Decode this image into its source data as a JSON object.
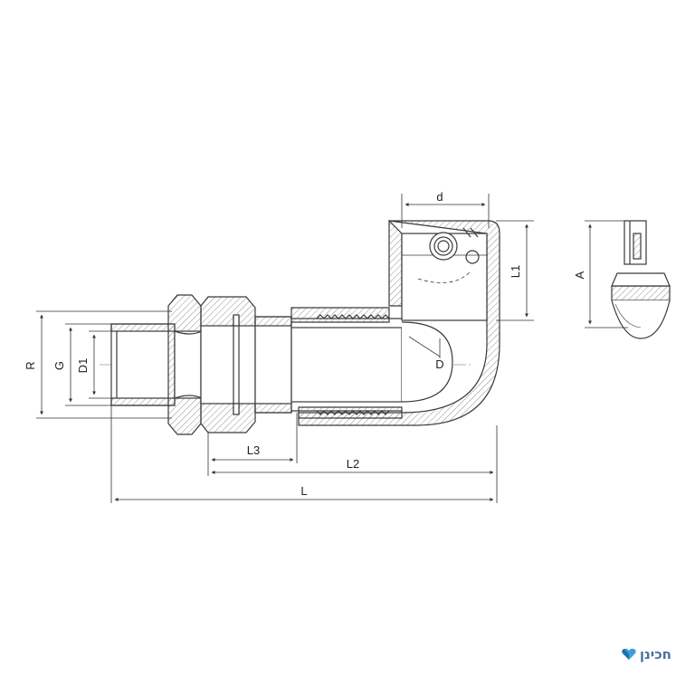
{
  "labels": {
    "d": "d",
    "L1": "L1",
    "A": "A",
    "R": "R",
    "G": "G",
    "D1": "D1",
    "D": "D",
    "L3": "L3",
    "L2": "L2",
    "L": "L"
  },
  "logo": {
    "text": "חכינן",
    "accent_color": "#3aa0d8"
  },
  "colors": {
    "line": "#3a3a3a",
    "hatch": "#777777"
  }
}
